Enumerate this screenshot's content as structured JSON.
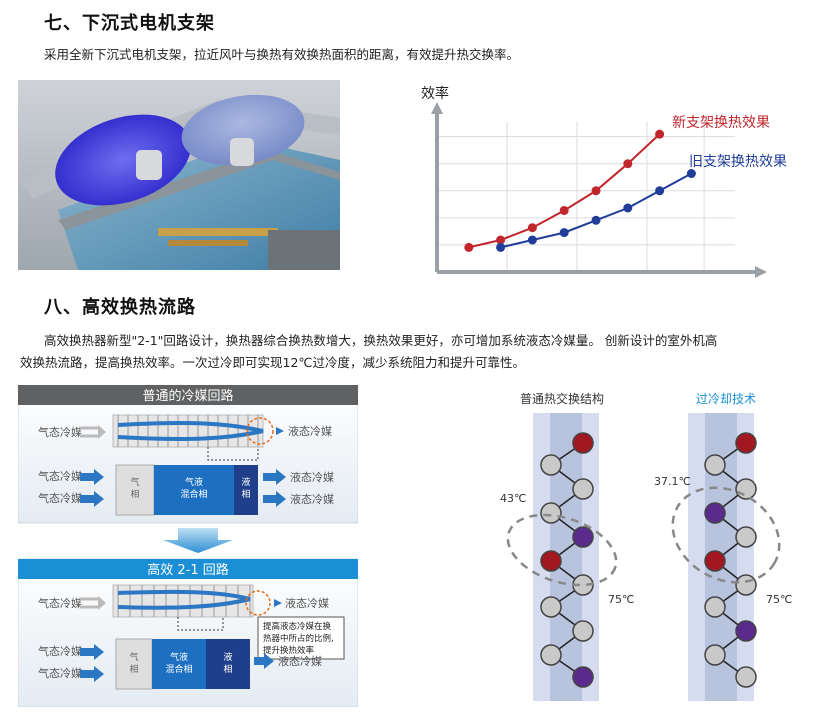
{
  "section7": {
    "title": "七、下沉式电机支架",
    "desc": "采用全新下沉式电机支架，拉近风叶与换热有效换热面积的距离，有效提升热交换率。"
  },
  "chart_data": {
    "type": "line",
    "ylabel": "效率",
    "xlabel": "",
    "x": [
      1,
      2,
      3,
      4,
      5,
      6,
      7
    ],
    "series": [
      {
        "name": "新支架换热效果",
        "color": "#c0262c",
        "x": [
          1,
          2,
          3,
          4,
          5,
          6,
          7
        ],
        "values": [
          1.0,
          1.3,
          1.8,
          2.5,
          3.3,
          4.4,
          5.6
        ]
      },
      {
        "name": "旧支架换热效果",
        "color": "#1f3d99",
        "x": [
          2,
          3,
          4,
          5,
          6,
          7,
          8
        ],
        "values": [
          1.0,
          1.3,
          1.6,
          2.1,
          2.6,
          3.3,
          4.0
        ]
      }
    ],
    "grid": true,
    "legend": "inline-right"
  },
  "section8": {
    "title": "八、高效换热流路",
    "desc1": "高效换热器新型\"2-1\"回路设计，换热器综合换热数增大，换热效果更好，亦可增加系统液态冷媒量。 创新设计的室外机高",
    "desc2": "效换热流路，提高换热效率。一次过冷即可实现12℃过冷度，减少系统阻力和提升可靠性。"
  },
  "diagram_left": {
    "top_title": "普通的冷媒回路",
    "gas": "气态冷媒",
    "liquid": "液态冷媒",
    "qi": "气",
    "xiang": "相",
    "mixed1": "气液",
    "mixed2": "混合相",
    "ye": "液",
    "bottom_title": "高效 2-1 回路",
    "note1": "提高液态冷媒在换",
    "note2": "热器中所占的比例,",
    "note3": "提升换热效率"
  },
  "diagram_right": {
    "label_a": "普通热交换结构",
    "label_b": "过冷却技术",
    "temp_a1": "43℃",
    "temp_a2": "75℃",
    "temp_b1": "37.1℃",
    "temp_b2": "75℃",
    "label_b_color": "#1a8fd6"
  }
}
